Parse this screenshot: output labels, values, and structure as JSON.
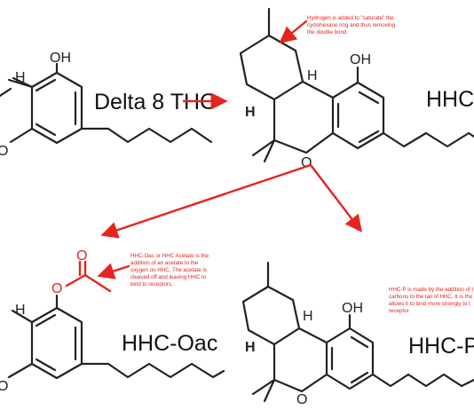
{
  "compounds": {
    "delta8": {
      "name": "Delta 8 THC",
      "oh_label": "OH",
      "h_label": "H",
      "o_label": "O"
    },
    "hhc": {
      "name": "HHC",
      "oh_label": "OH",
      "h_top_label": "H",
      "h_bottom_label": "H",
      "o_label": "O"
    },
    "hhc_oac": {
      "name": "HHC-Oac",
      "h_label": "H",
      "ester_o_label": "O",
      "carbonyl_o_label": "O",
      "o_label": "O"
    },
    "hhc_p": {
      "name": "HHC-P",
      "oh_label": "OH",
      "h_top_label": "H",
      "h_bottom_label": "H",
      "o_label": "O"
    }
  },
  "notes": {
    "hydrogen": [
      "Hydrogen is added to \"saturate\" the",
      "cyclohexane ring and thus removing",
      "the double bond."
    ],
    "acetate": [
      "HHC-Oac or HHC Acetate is the",
      "addition of an acetate to the",
      "oxygen on HHC. The acetate is",
      "cleaved off and leaving HHC to",
      "bind to receptors."
    ],
    "hhcp": [
      "HHC-P is made by the addition of t",
      "carbons to the tail of HHC. It is tho",
      "allows it to bind more strongly to t",
      "receptor."
    ]
  },
  "colors": {
    "structure": "#222222",
    "accent_red": "#e52420"
  }
}
